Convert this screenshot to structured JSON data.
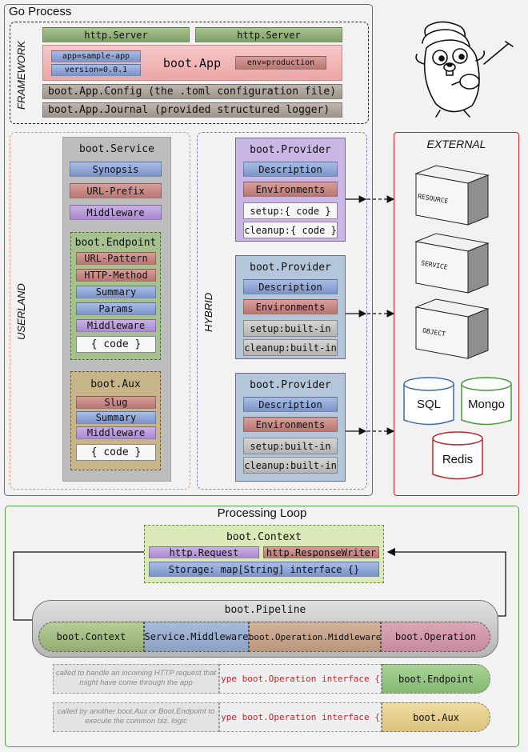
{
  "go_process": {
    "title": "Go Process",
    "framework": {
      "label": "FRAMEWORK",
      "servers": [
        "http.Server",
        "http.Server"
      ],
      "app": "boot.App",
      "app_name": "app=sample-app",
      "version": "version=0.0.1",
      "env": "env=production",
      "config": "boot.App.Config (the .toml configuration file)",
      "journal": "boot.App.Journal (provided structured logger)"
    },
    "userland": {
      "label": "USERLAND",
      "service": {
        "title": "boot.Service",
        "items": [
          "Synopsis",
          "URL-Prefix",
          "Middleware"
        ],
        "endpoint": {
          "title": "boot.Endpoint",
          "items": [
            "URL-Pattern",
            "HTTP-Method",
            "Summary",
            "Params",
            "Middleware"
          ],
          "code": "{ code }"
        },
        "aux": {
          "title": "boot.Aux",
          "items": [
            "Slug",
            "Summary",
            "Middleware"
          ],
          "code": "{ code }"
        }
      }
    },
    "hybrid": {
      "label": "HYBRID",
      "providers": [
        {
          "title": "boot.Provider",
          "description": "Description",
          "environments": "Environments",
          "setup": "setup:{ code }",
          "cleanup": "cleanup:{ code }"
        },
        {
          "title": "boot.Provider",
          "description": "Description",
          "environments": "Environments",
          "setup": "setup:built-in",
          "cleanup": "cleanup:built-in"
        },
        {
          "title": "boot.Provider",
          "description": "Description",
          "environments": "Environments",
          "setup": "setup:built-in",
          "cleanup": "cleanup:built-in"
        }
      ]
    }
  },
  "external": {
    "label": "EXTERNAL",
    "cubes": [
      "RESOURCE",
      "SERVICE",
      "OBJECT"
    ],
    "databases": [
      "SQL",
      "Mongo",
      "Redis"
    ]
  },
  "processing_loop": {
    "title": "Processing Loop",
    "context": {
      "title": "boot.Context",
      "request": "http.Request",
      "writer": "http.ResponseWriter",
      "storage": "Storage: map[String] interface {}"
    },
    "pipeline": {
      "title": "boot.Pipeline",
      "stages": [
        "boot.Context",
        "Service.Middleware",
        "boot.Operation.Middleware",
        "boot.Operation"
      ]
    },
    "rows": [
      {
        "note": "called to handle an incoming HTTP request that might have come through the app",
        "type": "type boot.Operation interface {}",
        "target": "boot.Endpoint"
      },
      {
        "note": "called by another boot.Aux or Boot.Endpoint to execute the common biz. logic",
        "type": "type boot.Operation interface {}",
        "target": "boot.Aux"
      }
    ]
  },
  "colors": {
    "go_process_border": "#4a6fa5",
    "external_border": "#c0282d",
    "loop_border": "#5a9a4a",
    "type_text": "#c0282d"
  }
}
